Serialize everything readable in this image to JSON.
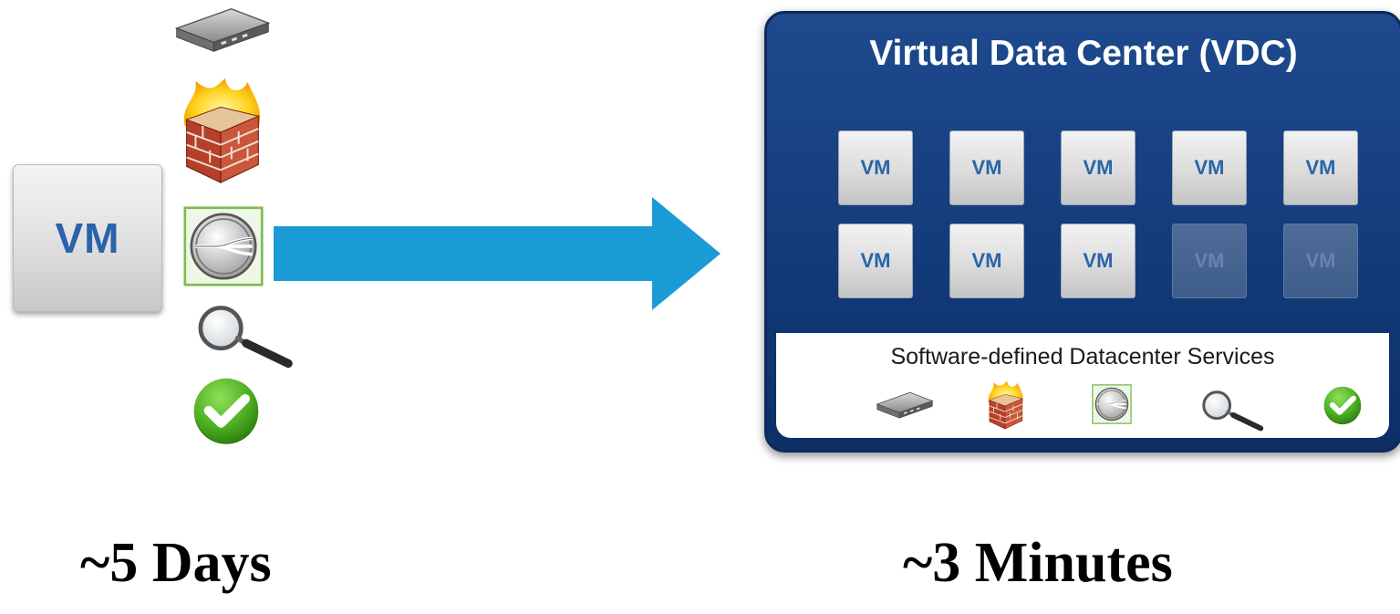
{
  "left": {
    "vm_label": "VM",
    "icons": [
      "router-icon",
      "firewall-icon",
      "load-balancer-icon",
      "magnifier-icon",
      "checkmark-icon"
    ],
    "caption": "~5 Days"
  },
  "vdc": {
    "title": "Virtual Data Center (VDC)",
    "vms": [
      {
        "label": "VM",
        "active": true
      },
      {
        "label": "VM",
        "active": true
      },
      {
        "label": "VM",
        "active": true
      },
      {
        "label": "VM",
        "active": true
      },
      {
        "label": "VM",
        "active": true
      },
      {
        "label": "VM",
        "active": true
      },
      {
        "label": "VM",
        "active": true
      },
      {
        "label": "VM",
        "active": true
      },
      {
        "label": "VM",
        "active": false
      },
      {
        "label": "VM",
        "active": false
      }
    ],
    "services_label": "Software-defined Datacenter Services",
    "service_icons": [
      "router-icon",
      "firewall-icon",
      "load-balancer-icon",
      "magnifier-icon",
      "checkmark-icon"
    ],
    "caption": "~3 Minutes"
  },
  "colors": {
    "arrow": "#1b9bd6",
    "vdc_panel": "#123a78",
    "vm_text": "#2a64a8",
    "check_green": "#4fb021"
  }
}
